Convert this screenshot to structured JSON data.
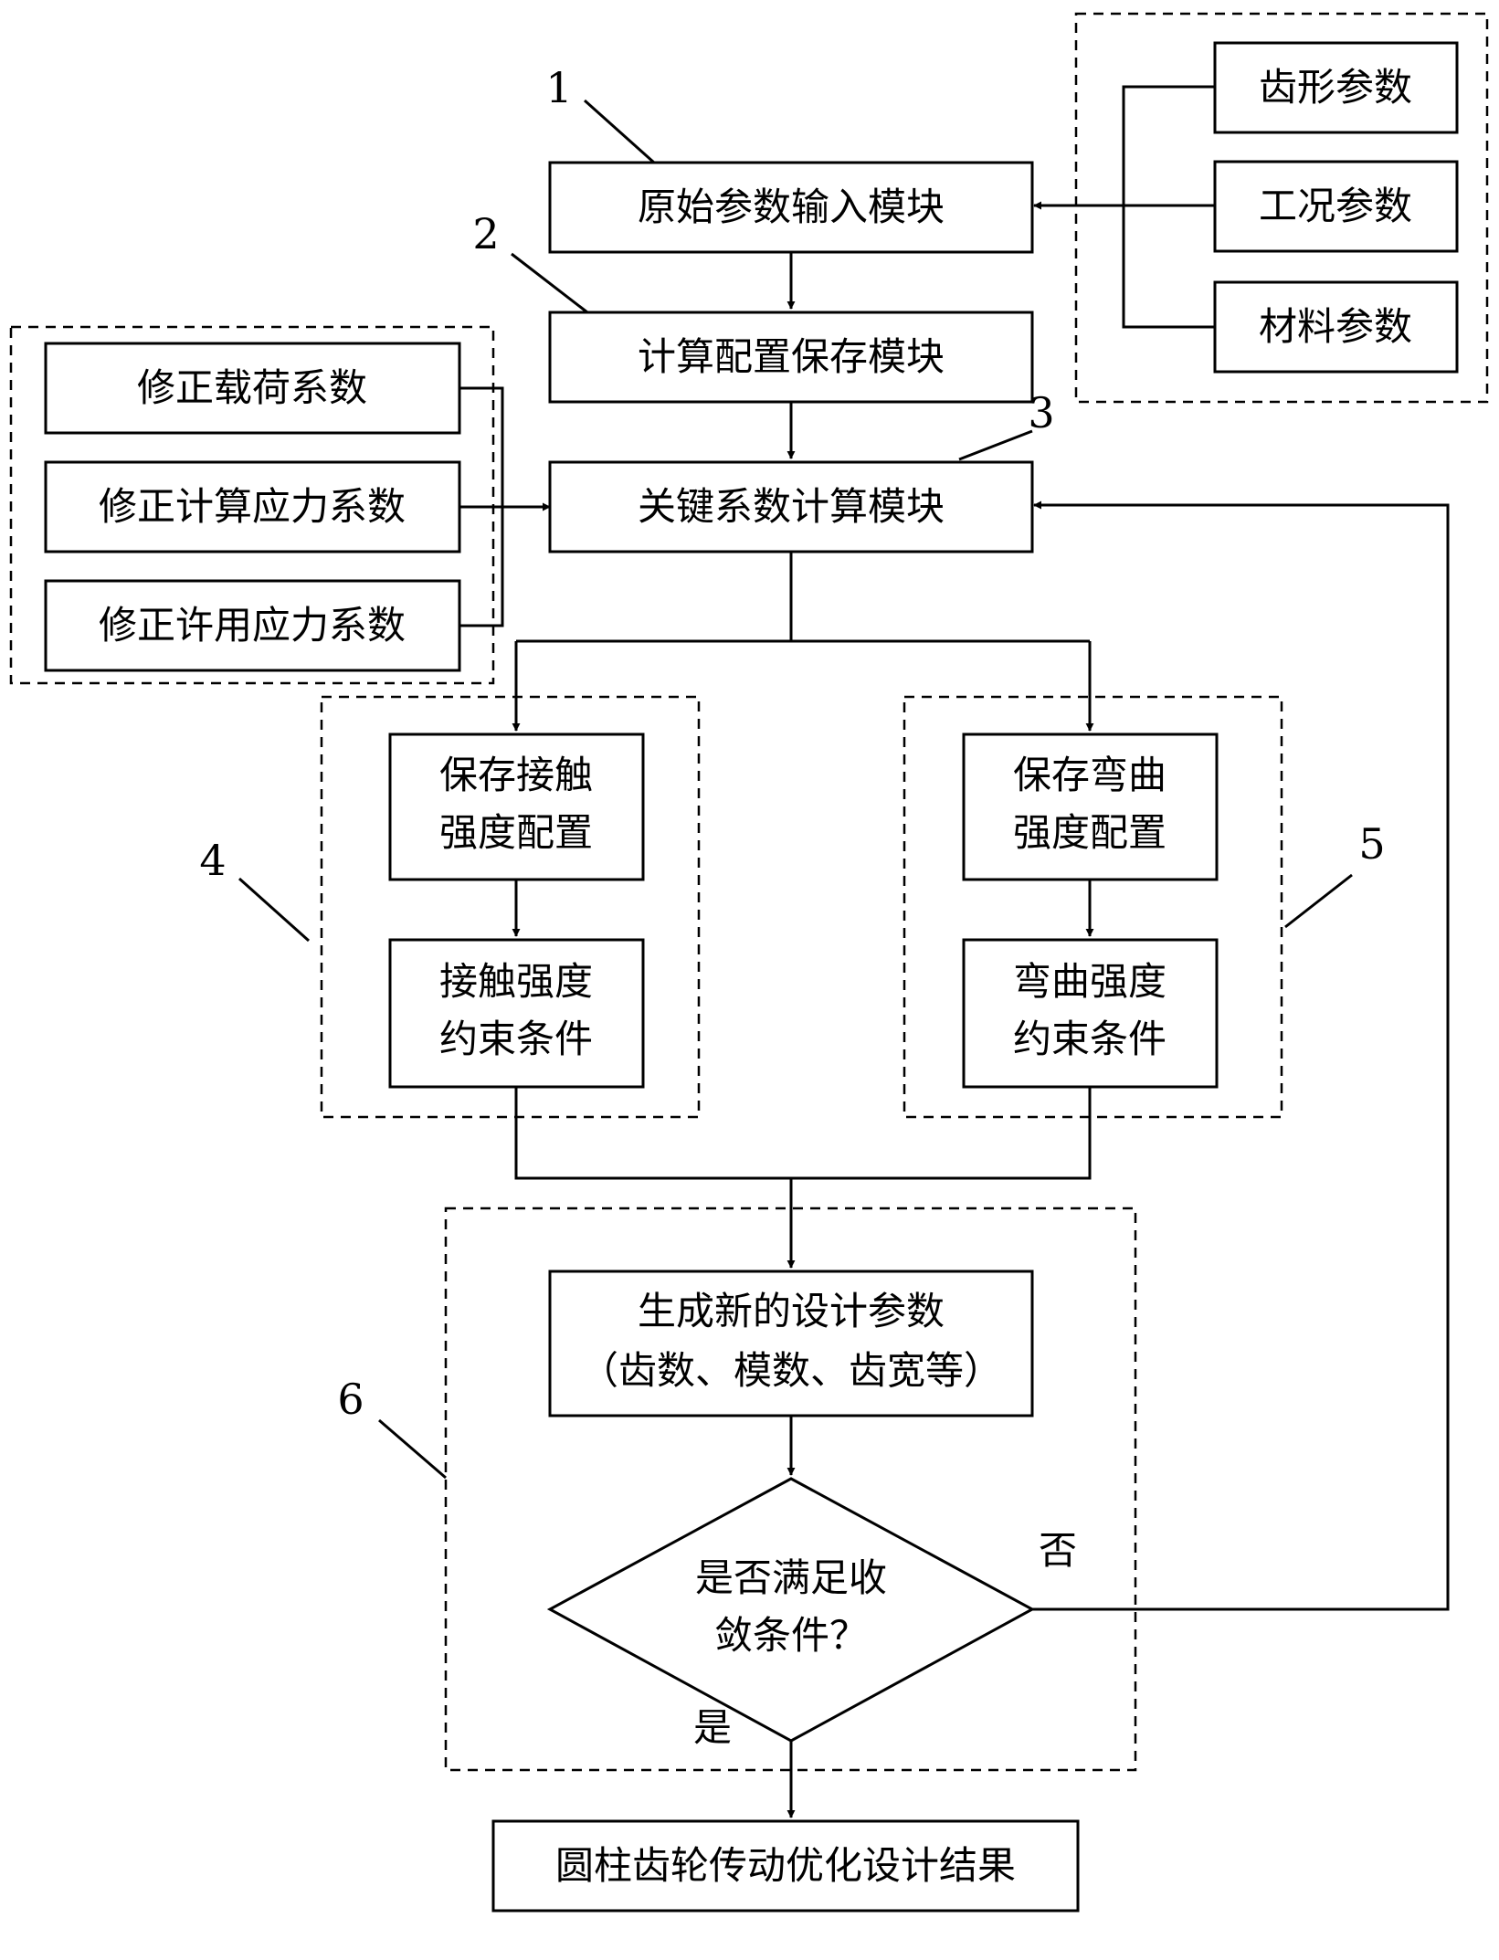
{
  "nodes": {
    "input_module": "原始参数输入模块",
    "config_module": "计算配置保存模块",
    "key_coef_module": "关键系数计算模块",
    "tooth_param": "齿形参数",
    "condition_param": "工况参数",
    "material_param": "材料参数",
    "load_coef": "修正载荷系数",
    "calc_stress_coef": "修正计算应力系数",
    "allow_stress_coef": "修正许用应力系数",
    "contact_save_l1": "保存接触",
    "contact_save_l2": "强度配置",
    "contact_cons_l1": "接触强度",
    "contact_cons_l2": "约束条件",
    "bend_save_l1": "保存弯曲",
    "bend_save_l2": "强度配置",
    "bend_cons_l1": "弯曲强度",
    "bend_cons_l2": "约束条件",
    "gen_l1": "生成新的设计参数",
    "gen_l2": "（齿数、模数、齿宽等）",
    "decision_l1": "是否满足收",
    "decision_l2": "敛条件？",
    "result": "圆柱齿轮传动优化设计结果"
  },
  "labels": {
    "no": "否",
    "yes": "是",
    "n1": "1",
    "n2": "2",
    "n3": "3",
    "n4": "4",
    "n5": "5",
    "n6": "6"
  }
}
